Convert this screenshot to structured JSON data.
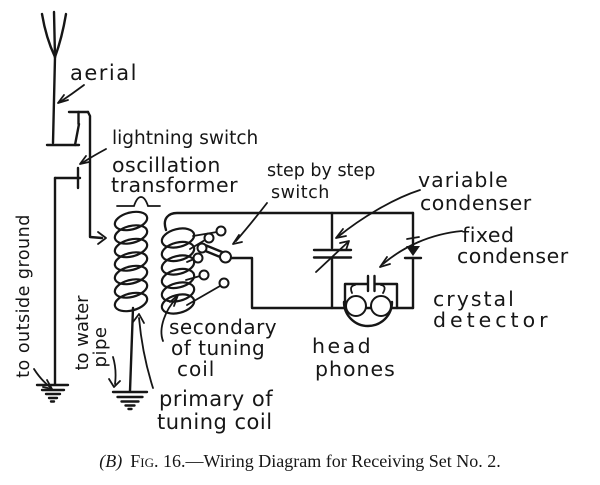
{
  "colors": {
    "ink": "#161616",
    "paper": "#ffffff"
  },
  "labels": {
    "aerial": "aerial",
    "lightning_switch": "lightning switch",
    "oscillation_1": "oscillation",
    "oscillation_2": "transformer",
    "step_switch_1": "step by step",
    "step_switch_2": "switch",
    "variable_condenser_1": "variable",
    "variable_condenser_2": "condenser",
    "fixed_condenser_1": "fixed",
    "fixed_condenser_2": "condenser",
    "crystal_detector_1": "crystal",
    "crystal_detector_2": "detector",
    "headphones_1": "head",
    "headphones_2": "phones",
    "secondary_coil_1": "secondary",
    "secondary_coil_2": "of tuning",
    "secondary_coil_3": "coil",
    "primary_coil_1": "primary of",
    "primary_coil_2": "tuning coil",
    "to_outside_ground": "to outside ground",
    "to_water_pipe_1": "to water",
    "to_water_pipe_2": "pipe"
  },
  "caption": {
    "prefix": "(B)",
    "figure": "Fig. 16.",
    "text": "—Wiring Diagram for Receiving Set No. 2."
  }
}
